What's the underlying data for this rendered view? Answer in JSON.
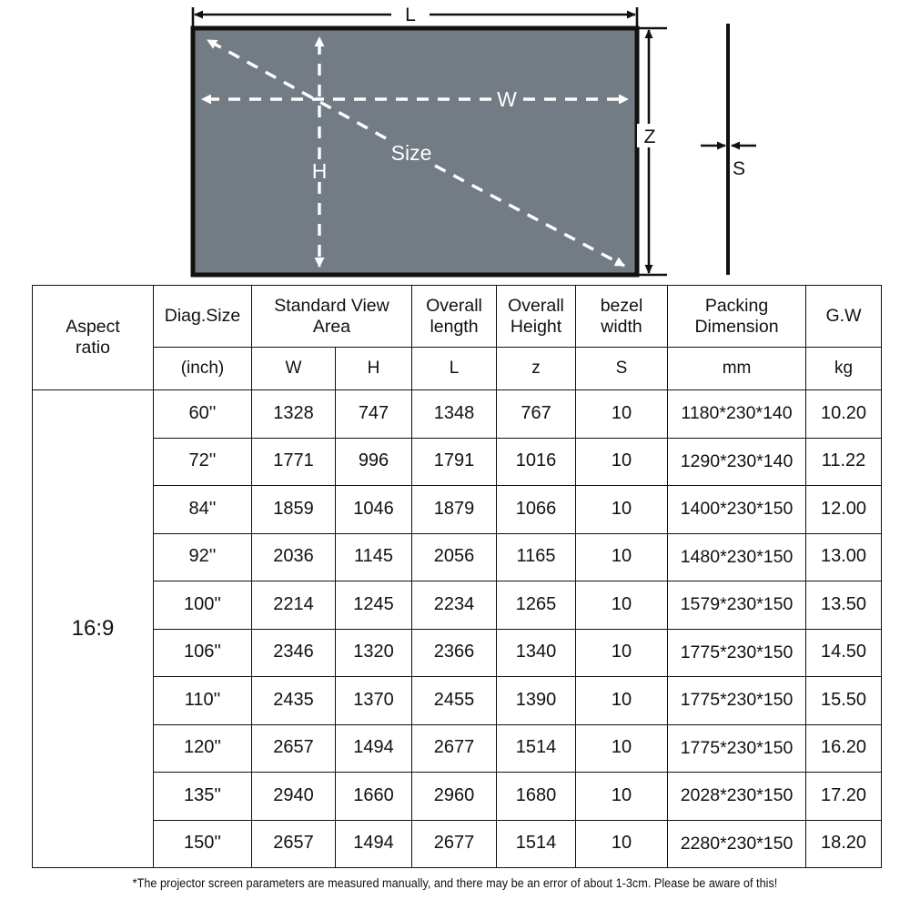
{
  "diagram": {
    "labels": {
      "length": "L",
      "width": "W",
      "height": "H",
      "size": "Size",
      "overall_height": "Z",
      "bezel": "S"
    },
    "screen_fill_color": "#737b84",
    "screen_border_color": "#111111",
    "dimension_line_color": "#111111",
    "inner_dimension_color": "#ffffff"
  },
  "table": {
    "header": {
      "aspect_ratio": "Aspect\nratio",
      "aspect_ratio_line1": "Aspect",
      "aspect_ratio_line2": "ratio",
      "diag_size": "Diag.Size",
      "standard_view_area_line1": "Standard View",
      "standard_view_area_line2": "Area",
      "overall_length_line1": "Overall",
      "overall_length_line2": "length",
      "overall_height_line1": "Overall",
      "overall_height_line2": "Height",
      "bezel_width_line1": "bezel",
      "bezel_width_line2": "width",
      "packing_dimension_line1": "Packing",
      "packing_dimension_line2": "Dimension",
      "gw": "G.W"
    },
    "units": {
      "diag_size": "(inch)",
      "view_w": "W",
      "view_h": "H",
      "overall_length": "L",
      "overall_height": "z",
      "bezel_width": "S",
      "packing_dimension": "mm",
      "gw": "kg"
    },
    "aspect_ratio_value": "16:9",
    "rows": [
      {
        "diag": "60''",
        "w": "1328",
        "h": "747",
        "l": "1348",
        "z": "767",
        "s": "10",
        "pack": "1180*230*140",
        "gw": "10.20"
      },
      {
        "diag": "72''",
        "w": "1771",
        "h": "996",
        "l": "1791",
        "z": "1016",
        "s": "10",
        "pack": "1290*230*140",
        "gw": "11.22"
      },
      {
        "diag": "84''",
        "w": "1859",
        "h": "1046",
        "l": "1879",
        "z": "1066",
        "s": "10",
        "pack": "1400*230*150",
        "gw": "12.00"
      },
      {
        "diag": "92''",
        "w": "2036",
        "h": "1145",
        "l": "2056",
        "z": "1165",
        "s": "10",
        "pack": "1480*230*150",
        "gw": "13.00"
      },
      {
        "diag": "100''",
        "w": "2214",
        "h": "1245",
        "l": "2234",
        "z": "1265",
        "s": "10",
        "pack": "1579*230*150",
        "gw": "13.50"
      },
      {
        "diag": "106''",
        "w": "2346",
        "h": "1320",
        "l": "2366",
        "z": "1340",
        "s": "10",
        "pack": "1775*230*150",
        "gw": "14.50"
      },
      {
        "diag": "110''",
        "w": "2435",
        "h": "1370",
        "l": "2455",
        "z": "1390",
        "s": "10",
        "pack": "1775*230*150",
        "gw": "15.50"
      },
      {
        "diag": "120''",
        "w": "2657",
        "h": "1494",
        "l": "2677",
        "z": "1514",
        "s": "10",
        "pack": "1775*230*150",
        "gw": "16.20"
      },
      {
        "diag": "135''",
        "w": "2940",
        "h": "1660",
        "l": "2960",
        "z": "1680",
        "s": "10",
        "pack": "2028*230*150",
        "gw": "17.20"
      },
      {
        "diag": "150''",
        "w": "2657",
        "h": "1494",
        "l": "2677",
        "z": "1514",
        "s": "10",
        "pack": "2280*230*150",
        "gw": "18.20"
      }
    ]
  },
  "footnote": "*The projector screen parameters are measured manually, and there may be an error of about 1-3cm. Please be aware of this!"
}
